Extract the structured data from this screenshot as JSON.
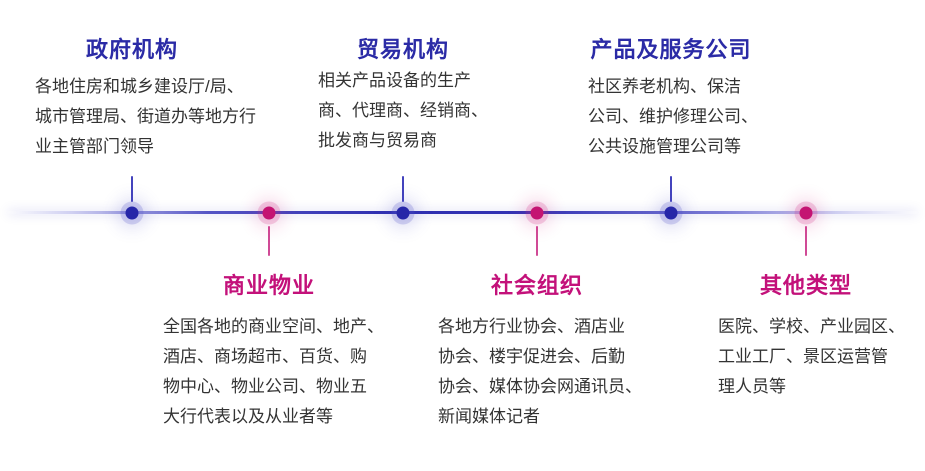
{
  "colors": {
    "title_blue": "#2b2ba6",
    "title_pink": "#c3117a",
    "node_blue": "#2626a8",
    "node_pink": "#c41472",
    "body_text": "#333333"
  },
  "groups": [
    {
      "id": "government",
      "side": "top",
      "theme": "blue",
      "title": "政府机构",
      "description": "各地住房和城乡建设厅/局、\n城市管理局、街道办等地方行\n业主管部门领导"
    },
    {
      "id": "trade",
      "side": "top",
      "theme": "blue",
      "title": "贸易机构",
      "description": "相关产品设备的生产\n商、代理商、经销商、\n批发商与贸易商"
    },
    {
      "id": "products-services",
      "side": "top",
      "theme": "blue",
      "title": "产品及服务公司",
      "description": "社区养老机构、保洁\n公司、维护修理公司、\n公共设施管理公司等"
    },
    {
      "id": "commercial-property",
      "side": "bottom",
      "theme": "pink",
      "title": "商业物业",
      "description": "全国各地的商业空间、地产、\n酒店、商场超市、百货、购\n物中心、物业公司、物业五\n大行代表以及从业者等"
    },
    {
      "id": "social-organizations",
      "side": "bottom",
      "theme": "pink",
      "title": "社会组织",
      "description": "各地方行业协会、酒店业\n协会、楼宇促进会、后勤\n协会、媒体协会网通讯员、\n新闻媒体记者"
    },
    {
      "id": "other-types",
      "side": "bottom",
      "theme": "pink",
      "title": "其他类型",
      "description": "医院、学校、产业园区、\n工业工厂、景区运营管\n理人员等"
    }
  ]
}
